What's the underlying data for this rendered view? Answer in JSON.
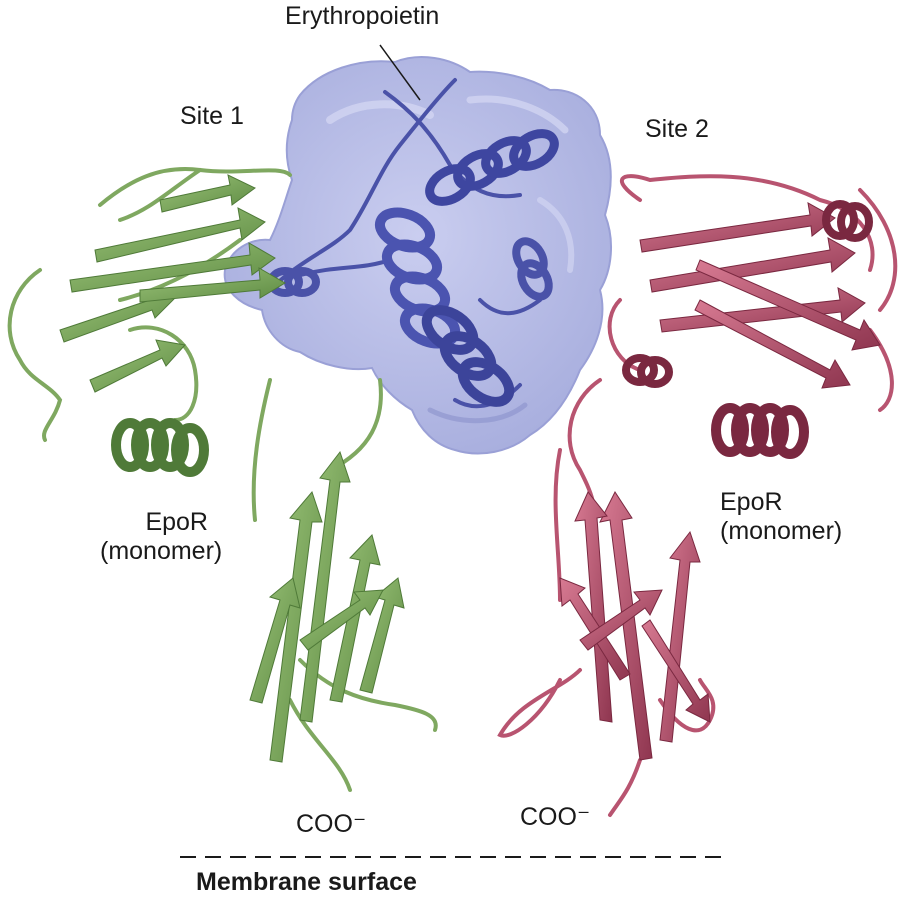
{
  "labels": {
    "erythropoietin": "Erythropoietin",
    "site1": "Site 1",
    "site2": "Site 2",
    "epor_left_line1": "EpoR",
    "epor_left_line2": "(monomer)",
    "epor_right_line1": "EpoR",
    "epor_right_line2": "(monomer)",
    "coo_left": "COO⁻",
    "coo_right": "COO⁻",
    "membrane": "Membrane surface"
  },
  "colors": {
    "epo_surface": "#aab0e0",
    "epo_ribbon": "#4a52a8",
    "epor_left": "#7fa860",
    "epor_left_dark": "#4f7a38",
    "epor_right": "#b85470",
    "epor_right_dark": "#7a2840",
    "text": "#1a1a1a"
  }
}
